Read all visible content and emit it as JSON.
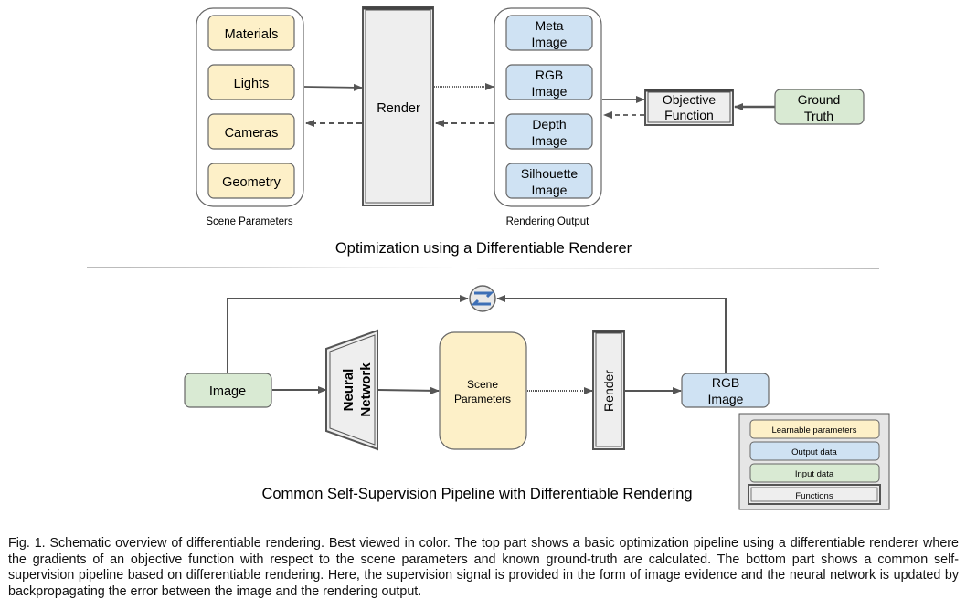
{
  "colors": {
    "learnable": "#fdf0c8",
    "output": "#cfe2f3",
    "input": "#d9ead3",
    "functions": "#eeeeee",
    "stroke": "#555555",
    "arrow": "#555555"
  },
  "top": {
    "scene_items": [
      "Materials",
      "Lights",
      "Cameras",
      "Geometry"
    ],
    "scene_label": "Scene Parameters",
    "render": "Render",
    "outputs": [
      [
        "Meta",
        "Image"
      ],
      [
        "RGB",
        "Image"
      ],
      [
        "Depth",
        "Image"
      ],
      [
        "Silhouette",
        "Image"
      ]
    ],
    "output_label": "Rendering Output",
    "objective": [
      "Objective",
      "Function"
    ],
    "ground_truth": [
      "Ground",
      "Truth"
    ],
    "title": "Optimization using a Differentiable Renderer"
  },
  "bottom": {
    "image": "Image",
    "network": [
      "Neural",
      "Network"
    ],
    "scene": [
      "Scene",
      "Parameters"
    ],
    "render": "Render",
    "rgb": [
      "RGB",
      "Image"
    ],
    "title": "Common Self-Supervision Pipeline with Differentiable Rendering"
  },
  "legend": {
    "items": [
      "Learnable parameters",
      "Output data",
      "Input data",
      "Functions"
    ]
  },
  "caption": "Fig. 1.  Schematic overview of differentiable rendering. Best viewed in color. The top part shows a basic optimization pipeline using a differentiable renderer where the gradients of an objective function with respect to the scene parameters and known ground-truth are calculated. The bottom part shows a common self-supervision pipeline based on differentiable rendering. Here, the supervision signal is provided in the form of image evidence and the neural network is updated by backpropagating the error between the image and the rendering output."
}
